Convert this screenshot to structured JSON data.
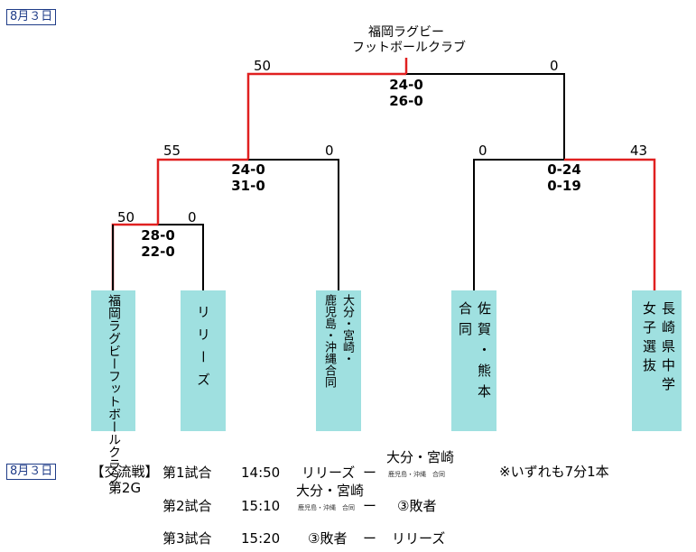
{
  "date_label": "8月３日",
  "champion": {
    "line1": "福岡ラグビー",
    "line2": "フットボールクラブ"
  },
  "final": {
    "left_points": "50",
    "right_points": "0",
    "score1": "24-0",
    "score2": "26-0"
  },
  "semi_left": {
    "left_points": "55",
    "right_points": "0",
    "score1": "24-0",
    "score2": "31-0"
  },
  "semi_right": {
    "left_points": "0",
    "right_points": "43",
    "score1": "0-24",
    "score2": "0-19"
  },
  "quarter": {
    "left_points": "50",
    "right_points": "0",
    "score1": "28-0",
    "score2": "22-0"
  },
  "teams": {
    "t1": "福岡ラグビーフットボールクラブ",
    "t2": "リリーズ",
    "t3_col1": "大分・宮崎・",
    "t3_col2": "鹿児島・沖縄合同",
    "t4_col1": "佐賀・熊本",
    "t4_col2": "合同",
    "t5_col1": "長崎県中学",
    "t5_col2": "女子選抜"
  },
  "schedule": {
    "date_label": "8月３日",
    "event_line1": "【交流戦】",
    "event_line2": "第2G",
    "note": "※いずれも7分1本",
    "dash": "ー",
    "matches": [
      {
        "name": "第1試合",
        "time": "14:50",
        "home": "リリーズ",
        "away": "大分・宮崎",
        "away_sub": "鹿児島・沖縄　合同"
      },
      {
        "name": "第2試合",
        "time": "15:10",
        "home": "大分・宮崎",
        "home_sub": "鹿児島・沖縄　合同",
        "away": "③敗者"
      },
      {
        "name": "第3試合",
        "time": "15:20",
        "home": "③敗者",
        "away": "リリーズ"
      }
    ]
  },
  "colors": {
    "winner_line": "#e02020",
    "loser_line": "#000000",
    "team_box": "#9fe0e0",
    "date_border": "#1f3c88"
  }
}
